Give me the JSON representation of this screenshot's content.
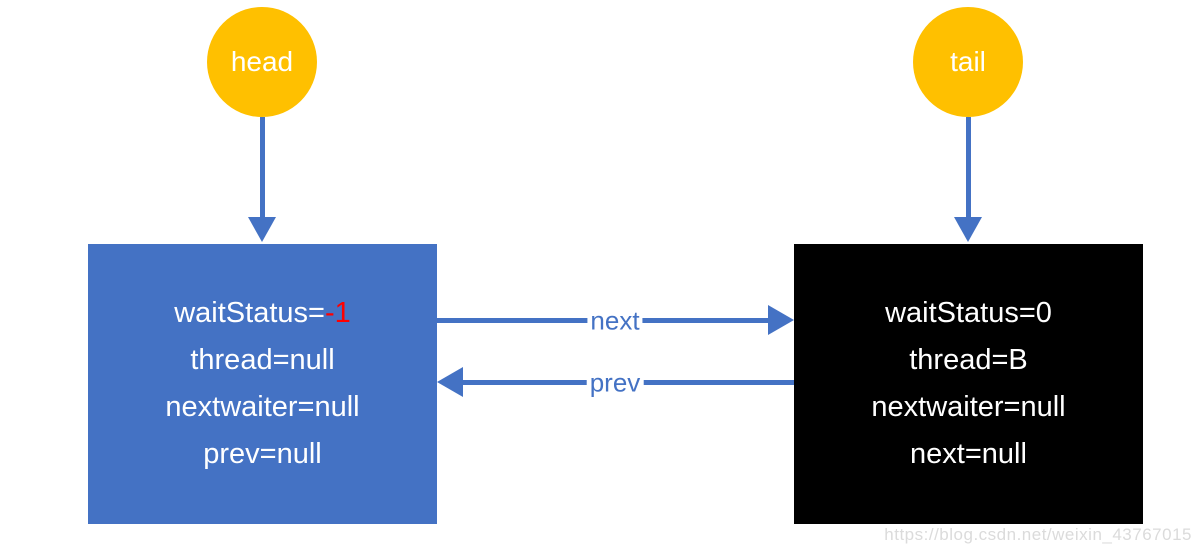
{
  "diagram": {
    "pointers": [
      {
        "id": "head",
        "label": "head"
      },
      {
        "id": "tail",
        "label": "tail"
      }
    ],
    "nodes": [
      {
        "id": "head-node",
        "fields": [
          {
            "text": "waitStatus=",
            "highlight": "-1"
          },
          {
            "text": "thread=null"
          },
          {
            "text": "nextwaiter=null"
          },
          {
            "text": "prev=null"
          }
        ]
      },
      {
        "id": "tail-node",
        "fields": [
          {
            "text": "waitStatus=0"
          },
          {
            "text": "thread=B"
          },
          {
            "text": "nextwaiter=null"
          },
          {
            "text": "next=null"
          }
        ]
      }
    ],
    "edges": [
      {
        "id": "next",
        "label": "next"
      },
      {
        "id": "prev",
        "label": "prev"
      }
    ]
  },
  "watermark": {
    "text": "https://blog.csdn.net/weixin_43767015"
  },
  "colors": {
    "pointer_fill": "#FFC000",
    "node_blue": "#4472C4",
    "node_black": "#000000",
    "arrow_blue": "#4472C4",
    "highlight_red": "#FF0000",
    "watermark_gray": "#DBDBDB"
  }
}
